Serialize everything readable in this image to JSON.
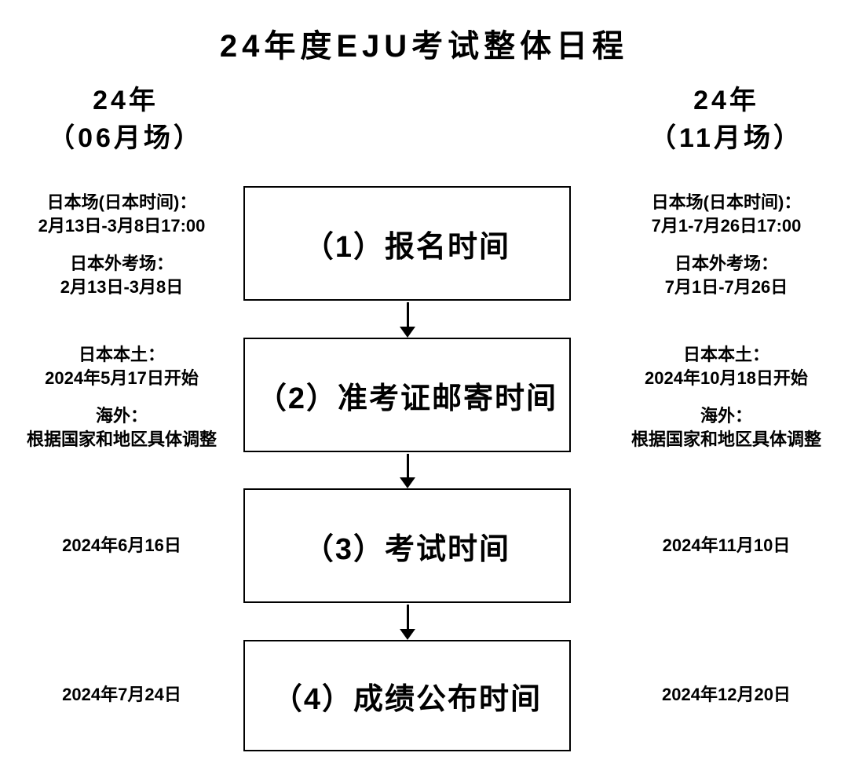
{
  "title": "24年度EJU考试整体日程",
  "colors": {
    "background": "#ffffff",
    "foreground": "#000000"
  },
  "columns": {
    "left": {
      "line1": "24年",
      "line2": "（06月场）"
    },
    "right": {
      "line1": "24年",
      "line2": "（11月场）"
    }
  },
  "steps": [
    {
      "box_label": "（1）报名时间",
      "left_notes": [
        [
          "日本场(日本时间)：",
          "2月13日-3月8日17:00"
        ],
        [
          "日本外考场：",
          "2月13日-3月8日"
        ]
      ],
      "right_notes": [
        [
          "日本场(日本时间)：",
          "7月1-7月26日17:00"
        ],
        [
          "日本外考场：",
          "7月1日-7月26日"
        ]
      ]
    },
    {
      "box_label": "（2）准考证邮寄时间",
      "left_notes": [
        [
          "日本本土：",
          "2024年5月17日开始"
        ],
        [
          "海外：",
          "根据国家和地区具体调整"
        ]
      ],
      "right_notes": [
        [
          "日本本土：",
          "2024年10月18日开始"
        ],
        [
          "海外：",
          "根据国家和地区具体调整"
        ]
      ]
    },
    {
      "box_label": "（3）考试时间",
      "left_notes": [
        [
          "2024年6月16日"
        ]
      ],
      "right_notes": [
        [
          "2024年11月10日"
        ]
      ]
    },
    {
      "box_label": "（4）成绩公布时间",
      "left_notes": [
        [
          "2024年7月24日"
        ]
      ],
      "right_notes": [
        [
          "2024年12月20日"
        ]
      ]
    }
  ]
}
